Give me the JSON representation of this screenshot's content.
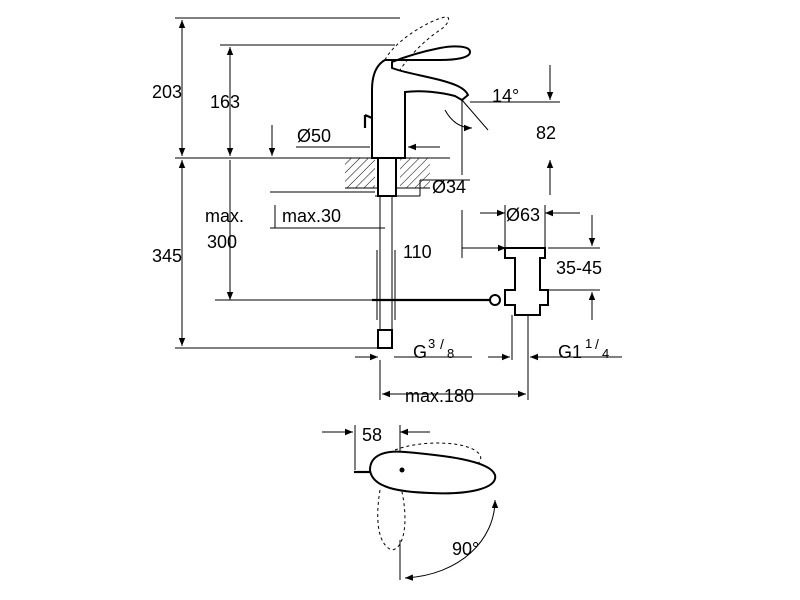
{
  "dimensions": {
    "total_height": "203",
    "spout_height": "163",
    "spout_angle": "14°",
    "spout_reach": "82",
    "base_diameter": "Ø50",
    "hole_diameter": "Ø34",
    "max_thickness": "max.30",
    "max_label": "max.",
    "max_value": "300",
    "below_height": "345",
    "drain_offset": "110",
    "drain_diameter": "Ø63",
    "drain_range": "35-45",
    "inlet_thread_base": "G",
    "inlet_thread_num": "3",
    "inlet_thread_den": "8",
    "drain_thread_base": "G1",
    "drain_thread_num": "1",
    "drain_thread_den": "4",
    "max_width": "max.180",
    "lever_width": "58",
    "rotation_angle": "90°"
  }
}
